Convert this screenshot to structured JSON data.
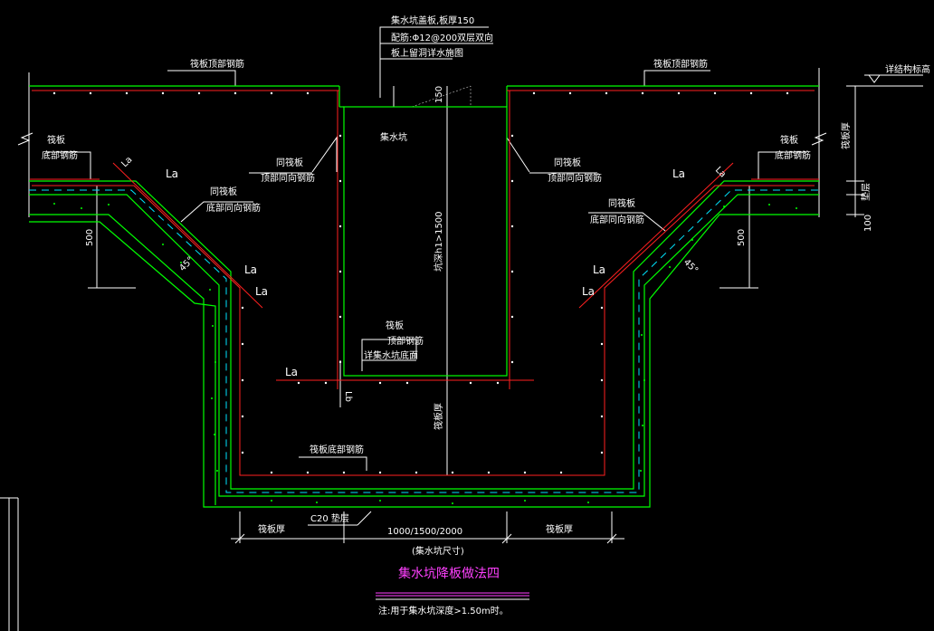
{
  "colors": {
    "background": "#000000",
    "outline": "#ffffff",
    "concrete": "#00ff00",
    "rebar": "#ff2020",
    "accent_line": "#00e5ff",
    "title": "#ff40ff"
  },
  "labels": {
    "cover_title_1": "集水坑盖板,板厚150",
    "cover_title_2": "配筋:Φ12@200双层双向",
    "cover_title_3": "板上留洞详水施图",
    "raft_top_left": "筏板顶部钢筋",
    "raft_top_right": "筏板顶部钢筋",
    "raft_top_elev": "详结构标高",
    "raft_bot_left_1": "筏板",
    "raft_bot_left_2": "底部钢筋",
    "raft_bot_right_1": "筏板",
    "raft_bot_right_2": "底部钢筋",
    "raft_thickness": "筏板厚",
    "same_raft_top_l_1": "同筏板",
    "same_raft_top_l_2": "顶部同向钢筋",
    "same_raft_top_r_1": "同筏板",
    "same_raft_top_r_2": "顶部同向钢筋",
    "same_raft_bot_l_1": "同筏板",
    "same_raft_bot_l_2": "底部同向钢筋",
    "same_raft_bot_r_1": "同筏板",
    "same_raft_bot_r_2": "底部同向钢筋",
    "pit": "集水坑",
    "pit_depth": "坑深h1>1500",
    "dim_150": "150",
    "la_1": "La",
    "la_2": "La",
    "la_3": "La",
    "la_4": "La",
    "la_5": "La",
    "la_6": "La",
    "la_7": "La",
    "la_8": "La",
    "la_9": "La",
    "lb": "Lb",
    "dim_500_left": "500",
    "dim_500_right": "500",
    "angle_left": "45°",
    "angle_right": "45°",
    "cushion": "垫层",
    "dim_100": "100",
    "inner_raft_1": "筏板",
    "inner_raft_2": "顶部钢筋",
    "pit_bottom_elev": "详集水坑底面",
    "bottom_raft_rebar": "筏板底部钢筋",
    "raft_thickness_center": "筏板厚",
    "c20_cushion": "C20 垫层",
    "dim_left_raft": "筏板厚",
    "dim_center": "1000/1500/2000",
    "dim_right_raft": "筏板厚",
    "pit_size": "(集水坑尺寸)",
    "title": "集水坑降板做法四",
    "note": "注:用于集水坑深度>1.50m时。"
  }
}
